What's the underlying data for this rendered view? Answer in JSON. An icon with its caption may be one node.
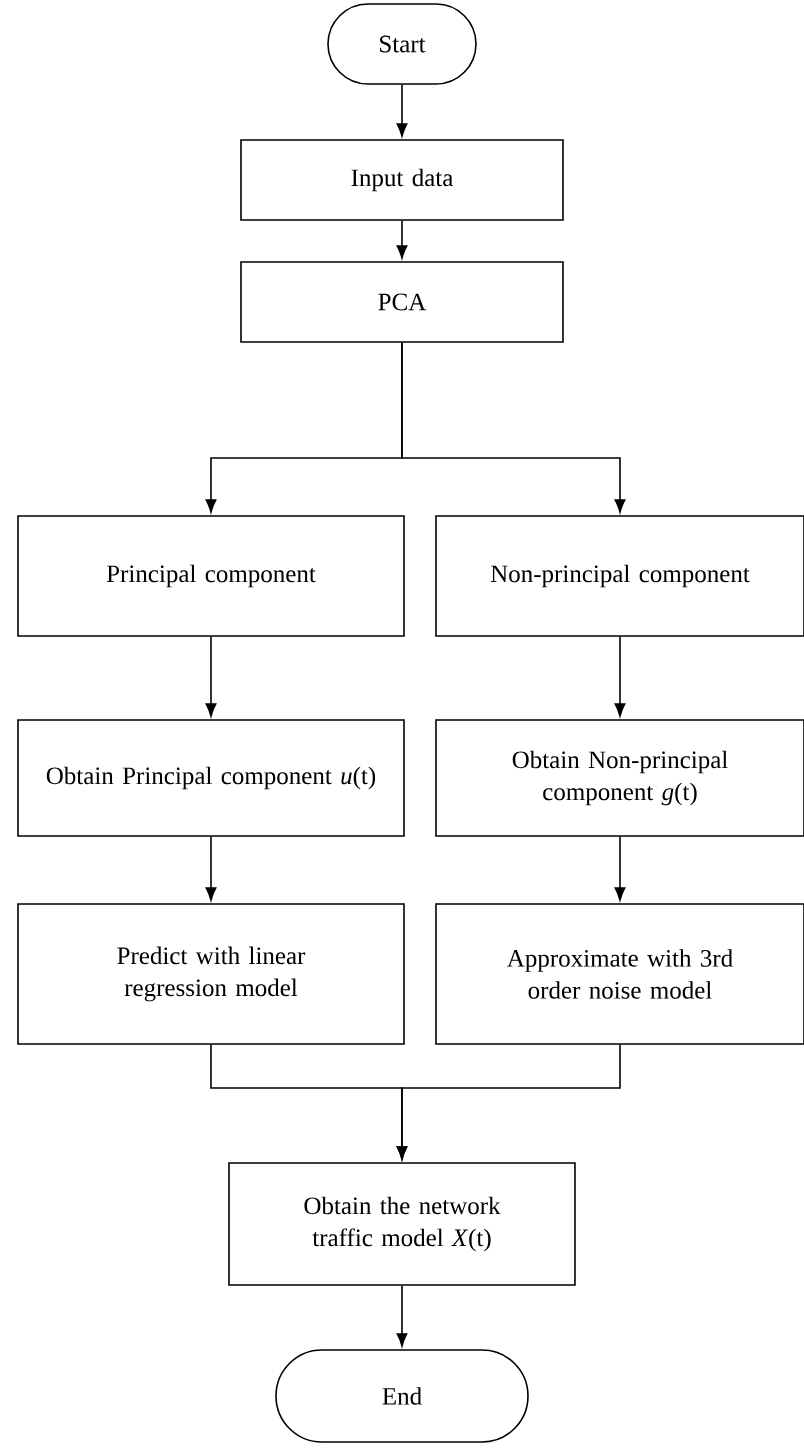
{
  "diagram": {
    "nodes": [
      {
        "text": [
          "Start"
        ]
      },
      {
        "text": [
          "Input data"
        ]
      },
      {
        "text": [
          "PCA"
        ]
      },
      {
        "text": [
          "Principal component"
        ]
      },
      {
        "text": [
          "Non-principal component"
        ]
      },
      {
        "text": [
          "Obtain Principal component *u*(t)"
        ]
      },
      {
        "text": [
          "Obtain Non-principal component *g*(t)"
        ]
      },
      {
        "text": [
          "Predict with linear regression model"
        ]
      },
      {
        "text": [
          "Approximate with 3rd order noise model"
        ]
      },
      {
        "text": [
          "Obtain the network traffic model *X*(t)"
        ]
      },
      {
        "text": [
          "End"
        ]
      }
    ],
    "edges": [
      {
        "from": 0,
        "to": 1,
        "arrow": "to"
      },
      {
        "from": 1,
        "to": 2,
        "arrow": "to"
      },
      {
        "from": 2,
        "to": 3,
        "arrow": "to"
      },
      {
        "from": 2,
        "to": 4,
        "arrow": "to"
      },
      {
        "from": 3,
        "to": 5,
        "arrow": "to"
      },
      {
        "from": 4,
        "to": 6,
        "arrow": "to"
      },
      {
        "from": 5,
        "to": 7,
        "arrow": "to"
      },
      {
        "from": 6,
        "to": 8,
        "arrow": "to"
      },
      {
        "from": 7,
        "to": 9,
        "arrow": "to"
      },
      {
        "from": 8,
        "to": 9,
        "arrow": "to"
      },
      {
        "from": 9,
        "to": 10,
        "arrow": "to"
      }
    ]
  }
}
